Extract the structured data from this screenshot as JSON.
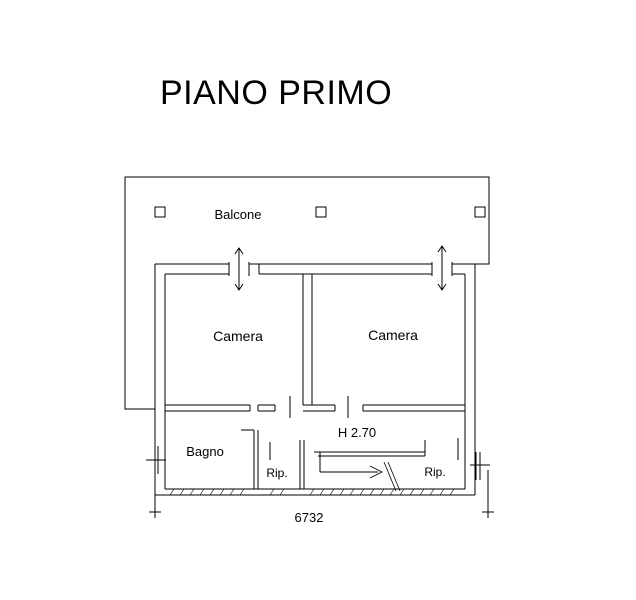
{
  "title": "PIANO PRIMO",
  "rooms": {
    "balcony": "Balcone",
    "bedroom_left": "Camera",
    "bedroom_right": "Camera",
    "bathroom": "Bagno",
    "storage_left": "Rip.",
    "storage_right": "Rip."
  },
  "ceiling_height": "H 2.70",
  "scale_id": "6732"
}
